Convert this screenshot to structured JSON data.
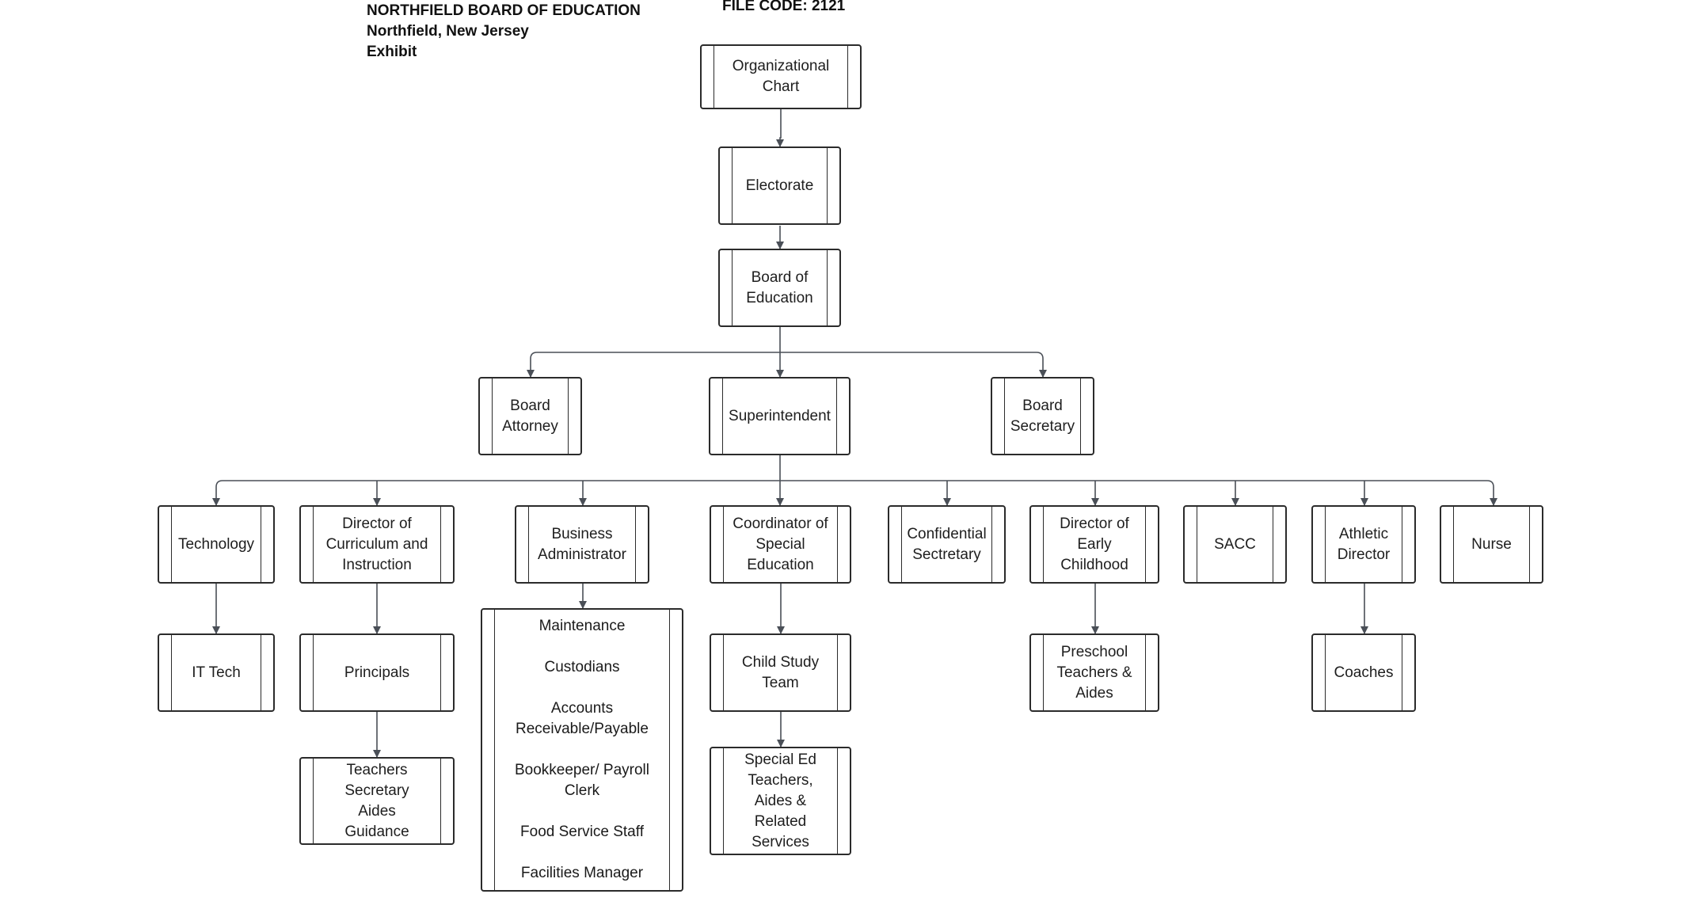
{
  "header": {
    "org_name": "NORTHFIELD BOARD OF EDUCATION",
    "location": "Northfield, New Jersey",
    "doc_type": "Exhibit",
    "file_code": "FILE CODE: 2121"
  },
  "colors": {
    "line": "#4a4f57",
    "box_border": "#2b2b2b"
  },
  "nodes": {
    "org_chart": "Organizational\nChart",
    "electorate": "Electorate",
    "board_of_education": "Board of\nEducation",
    "board_attorney": "Board\nAttorney",
    "superintendent": "Superintendent",
    "board_secretary": "Board\nSecretary",
    "technology": "Technology",
    "director_curriculum": "Director of\nCurriculum and\nInstruction",
    "business_administrator": "Business\nAdministrator",
    "coordinator_special_ed": "Coordinator of\nSpecial\nEducation",
    "confidential_secretary": "Confidential\nSectretary",
    "director_early_childhood": "Director of\nEarly\nChildhood",
    "sacc": "SACC",
    "athletic_director": "Athletic\nDirector",
    "nurse": "Nurse",
    "it_tech": "IT Tech",
    "principals": "Principals",
    "business_staff": [
      "Maintenance",
      "Custodians",
      "Accounts\nReceivable/Payable",
      "Bookkeeper/ Payroll\nClerk",
      "Food Service Staff",
      "Facilities Manager"
    ],
    "child_study_team": "Child Study\nTeam",
    "preschool_teachers": "Preschool\nTeachers &\nAides",
    "coaches": "Coaches",
    "teachers_group": "Teachers\nSecretary\nAides\nGuidance",
    "special_ed_teachers": "Special Ed\nTeachers,\nAides &\nRelated\nServices"
  }
}
